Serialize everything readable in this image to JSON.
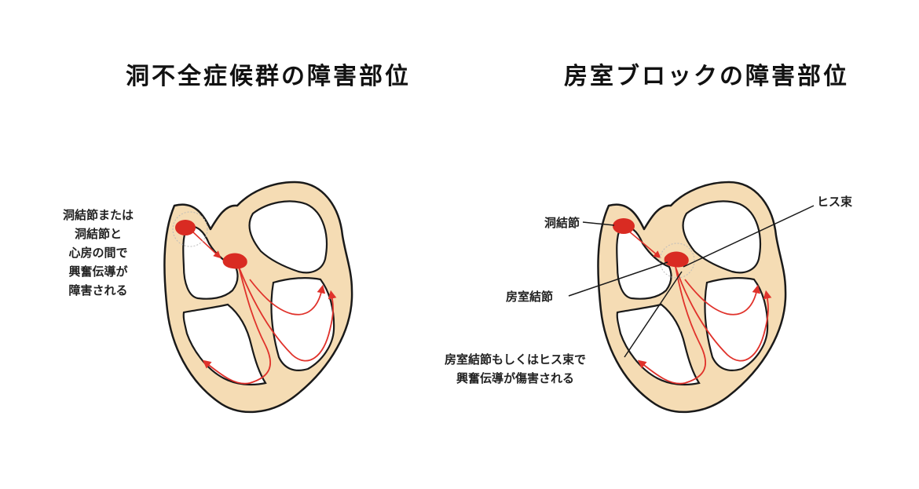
{
  "left_panel": {
    "title": "洞不全症候群の障害部位",
    "annotation_lines": [
      "洞結節または",
      "洞結節と",
      "心房の間で",
      "興奮伝導が",
      "障害される"
    ]
  },
  "right_panel": {
    "title": "房室ブロックの障害部位",
    "label_sa_node": "洞結節",
    "label_av_node": "房室結節",
    "label_his": "ヒス束",
    "annotation_lines": [
      "房室結節もしくはヒス束で",
      "興奮伝導が傷害される"
    ]
  },
  "colors": {
    "heart_fill": "#f5dcb4",
    "outline": "#1a1a1a",
    "conduction": "#e0322b",
    "node": "#d92b22"
  }
}
